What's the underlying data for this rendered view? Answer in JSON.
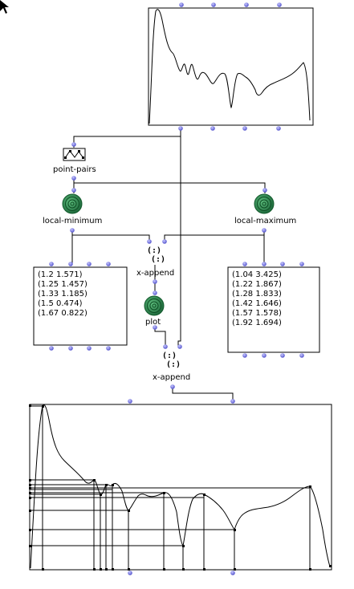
{
  "objects": {
    "point_pairs": "point-pairs",
    "local_minimum": "local-minimum",
    "local_maximum": "local-maximum",
    "x_append_1": "x-append",
    "plot": "plot",
    "x_append_2": "x-append"
  },
  "minimum_list": [
    "(1.2 1.571)",
    "(1.25 1.457)",
    "(1.33 1.185)",
    "(1.5 0.474)",
    "(1.67 0.822)"
  ],
  "maximum_list": [
    "(1.04 3.425)",
    "(1.22 1.867)",
    "(1.28 1.833)",
    "(1.42 1.646)",
    "(1.57 1.578)",
    "(1.92 1.694)"
  ],
  "colors": {
    "inlet": "#7a7ae0",
    "coil": "#2e8b57",
    "frame": "#000000"
  },
  "icons": {
    "pointer": "arrow-cursor-icon",
    "append": "bracket-append-icon",
    "coil": "spiral-coil-icon",
    "pairs": "bpf-icon"
  }
}
